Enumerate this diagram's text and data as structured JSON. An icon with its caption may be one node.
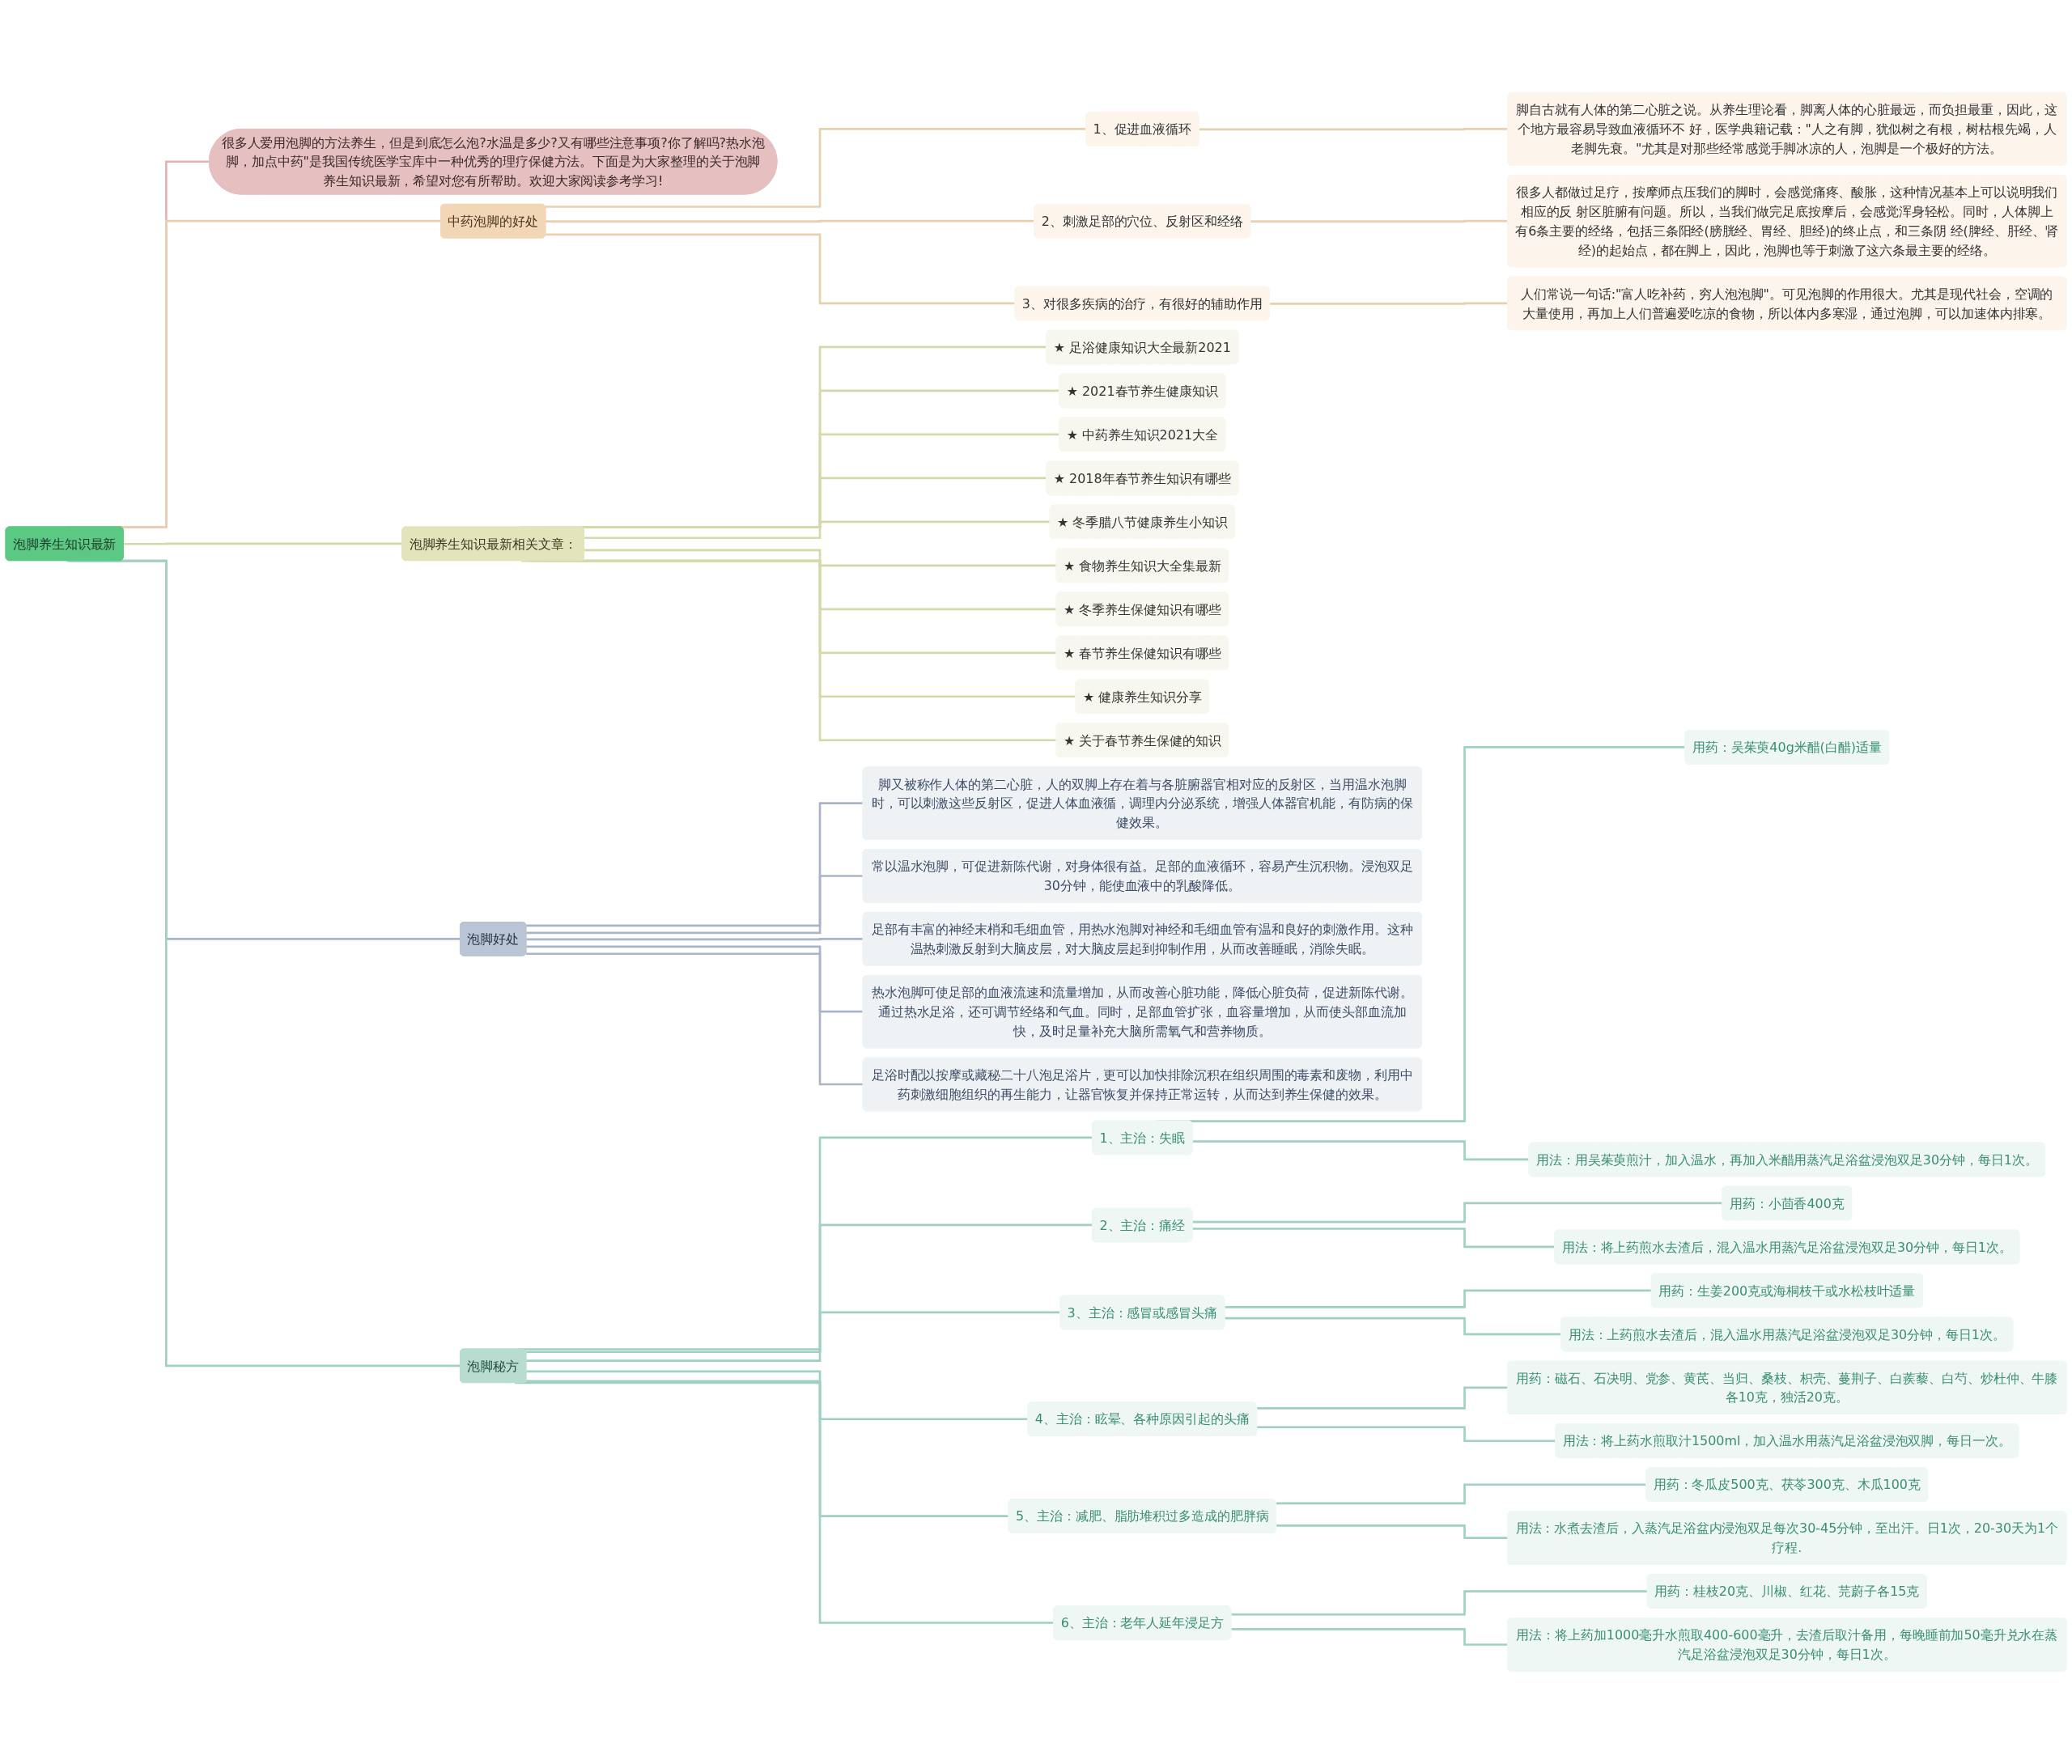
{
  "diagram": {
    "nodes": [
      {
        "text": [
          "泡脚养生知识最新"
        ]
      },
      {
        "text": [
          "很多人爱用泡脚的方法养生，但是到底怎么泡?水温是多少?又有哪些注意事项?你了解吗?热水泡脚，加点中药\"是我国传统医学宝库中一种优秀的理疗保健方法。下面是为大家整理的关于泡脚养生知识最新，希望对您有所帮助。欢迎大家阅读参考学习!"
        ]
      },
      {
        "text": [
          "中药泡脚的好处"
        ]
      },
      {
        "text": [
          "1、促进血液循环"
        ]
      },
      {
        "text": [
          "脚自古就有人体的第二心脏之说。从养生理论看，脚离人体的心脏最远，而负担最重，因此，这个地方最容易导致血液循环不 好，医学典籍记载：\"人之有脚，犹似树之有根，树枯根先竭，人老脚先衰。\"尤其是对那些经常感觉手脚冰凉的人，泡脚是一个极好的方法。"
        ]
      },
      {
        "text": [
          "2、刺激足部的穴位、反射区和经络"
        ]
      },
      {
        "text": [
          "很多人都做过足疗，按摩师点压我们的脚时，会感觉痛疼、酸胀，这种情况基本上可以说明我们相应的反 射区脏腑有问题。所以，当我们做完足底按摩后，会感觉浑身轻松。同时，人体脚上有6条主要的经络，包括三条阳经(膀胱经、胃经、胆经)的终止点，和三条阴 经(脾经、肝经、肾经)的起始点，都在脚上，因此，泡脚也等于刺激了这六条最主要的经络。"
        ]
      },
      {
        "text": [
          "3、对很多疾病的治疗，有很好的辅助作用"
        ]
      },
      {
        "text": [
          "人们常说一句话:\"富人吃补药，穷人泡泡脚\"。可见泡脚的作用很大。尤其是现代社会，空调的大量使用，再加上人们普遍爱吃凉的食物，所以体内多寒湿，通过泡脚，可以加速体内排寒。"
        ]
      },
      {
        "text": [
          "泡脚养生知识最新相关文章："
        ]
      },
      {
        "text": [
          "★ 足浴健康知识大全最新2021"
        ]
      },
      {
        "text": [
          "★ 2021春节养生健康知识"
        ]
      },
      {
        "text": [
          "★ 中药养生知识2021大全"
        ]
      },
      {
        "text": [
          "★ 2018年春节养生知识有哪些"
        ]
      },
      {
        "text": [
          "★ 冬季腊八节健康养生小知识"
        ]
      },
      {
        "text": [
          "★ 食物养生知识大全集最新"
        ]
      },
      {
        "text": [
          "★ 冬季养生保健知识有哪些"
        ]
      },
      {
        "text": [
          "★ 春节养生保健知识有哪些"
        ]
      },
      {
        "text": [
          "★ 健康养生知识分享"
        ]
      },
      {
        "text": [
          "★ 关于春节养生保健的知识"
        ]
      },
      {
        "text": [
          "泡脚好处"
        ]
      },
      {
        "text": [
          "脚又被称作人体的第二心脏，人的双脚上存在着与各脏腑器官相对应的反射区，当用温水泡脚时，可以刺激这些反射区，促进人体血液循，调理内分泌系统，增强人体器官机能，有防病的保健效果。"
        ]
      },
      {
        "text": [
          "常以温水泡脚，可促进新陈代谢，对身体很有益。足部的血液循环，容易产生沉积物。浸泡双足30分钟，能使血液中的乳酸降低。"
        ]
      },
      {
        "text": [
          "足部有丰富的神经末梢和毛细血管，用热水泡脚对神经和毛细血管有温和良好的刺激作用。这种温热刺激反射到大脑皮层，对大脑皮层起到抑制作用，从而改善睡眠，消除失眠。"
        ]
      },
      {
        "text": [
          "热水泡脚可使足部的血液流速和流量增加，从而改善心脏功能，降低心脏负荷，促进新陈代谢。通过热水足浴，还可调节经络和气血。同时，足部血管扩张，血容量增加，从而使头部血流加快，及时足量补充大脑所需氧气和营养物质。"
        ]
      },
      {
        "text": [
          "足浴时配以按摩或藏秘二十八泡足浴片，更可以加快排除沉积在组织周围的毒素和废物，利用中药刺激细胞组织的再生能力，让器官恢复并保持正常运转，从而达到养生保健的效果。"
        ]
      },
      {
        "text": [
          "泡脚秘方"
        ]
      },
      {
        "text": [
          "1、主治：失眠"
        ]
      },
      {
        "text": [
          "用药：吴茱萸40g米醋(白醋)适量"
        ]
      },
      {
        "text": [
          "用法：用吴茱萸煎汁，加入温水，再加入米醋用蒸汽足浴盆浸泡双足30分钟，每日1次。"
        ]
      },
      {
        "text": [
          "2、主治：痛经"
        ]
      },
      {
        "text": [
          "用药：小茴香400克"
        ]
      },
      {
        "text": [
          "用法：将上药煎水去渣后，混入温水用蒸汽足浴盆浸泡双足30分钟，每日1次。"
        ]
      },
      {
        "text": [
          "3、主治：感冒或感冒头痛"
        ]
      },
      {
        "text": [
          "用药：生姜200克或海桐枝干或水松枝叶适量"
        ]
      },
      {
        "text": [
          "用法：上药煎水去渣后，混入温水用蒸汽足浴盆浸泡双足30分钟，每日1次。"
        ]
      },
      {
        "text": [
          "4、主治：眩晕、各种原因引起的头痛"
        ]
      },
      {
        "text": [
          "用药：磁石、石决明、党参、黄芪、当归、桑枝、枳壳、蔓荆子、白蒺藜、白芍、炒杜仲、牛膝各10克，独活20克。"
        ]
      },
      {
        "text": [
          "用法：将上药水煎取汁1500ml，加入温水用蒸汽足浴盆浸泡双脚，每日一次。"
        ]
      },
      {
        "text": [
          "5、主治：减肥、脂肪堆积过多造成的肥胖病"
        ]
      },
      {
        "text": [
          "用药：冬瓜皮500克、茯苓300克、木瓜100克"
        ]
      },
      {
        "text": [
          "用法：水煮去渣后，入蒸汽足浴盆内浸泡双足每次30-45分钟，至出汗。日1次，20-30天为1个疗程."
        ]
      },
      {
        "text": [
          "6、主治：老年人延年浸足方"
        ]
      },
      {
        "text": [
          "用药：桂枝20克、川椒、红花、芫蔚子各15克"
        ]
      },
      {
        "text": [
          "用法：将上药加1000毫升水煎取400-600毫升，去渣后取汁备用，每晚睡前加50毫升兑水在蒸汽足浴盆浸泡双足30分钟，每日1次。"
        ]
      }
    ],
    "edges": [
      {
        "from": 0,
        "to": 1,
        "arrow": "none",
        "color": "#e3b3b3"
      },
      {
        "from": 0,
        "to": 2,
        "arrow": "none",
        "color": "#e8cfae"
      },
      {
        "from": 2,
        "to": 3,
        "arrow": "none",
        "color": "#e8cfae"
      },
      {
        "from": 3,
        "to": 4,
        "arrow": "none",
        "color": "#e8cfae"
      },
      {
        "from": 2,
        "to": 5,
        "arrow": "none",
        "color": "#e8cfae"
      },
      {
        "from": 5,
        "to": 6,
        "arrow": "none",
        "color": "#e8cfae"
      },
      {
        "from": 2,
        "to": 7,
        "arrow": "none",
        "color": "#e8cfae"
      },
      {
        "from": 7,
        "to": 8,
        "arrow": "none",
        "color": "#e8cfae"
      },
      {
        "from": 0,
        "to": 9,
        "arrow": "none",
        "color": "#d5d9a9"
      },
      {
        "from": 9,
        "to": 10,
        "arrow": "none",
        "color": "#d5d9a9"
      },
      {
        "from": 9,
        "to": 11,
        "arrow": "none",
        "color": "#d5d9a9"
      },
      {
        "from": 9,
        "to": 12,
        "arrow": "none",
        "color": "#d5d9a9"
      },
      {
        "from": 9,
        "to": 13,
        "arrow": "none",
        "color": "#d5d9a9"
      },
      {
        "from": 9,
        "to": 14,
        "arrow": "none",
        "color": "#d5d9a9"
      },
      {
        "from": 9,
        "to": 15,
        "arrow": "none",
        "color": "#d5d9a9"
      },
      {
        "from": 9,
        "to": 16,
        "arrow": "none",
        "color": "#d5d9a9"
      },
      {
        "from": 9,
        "to": 17,
        "arrow": "none",
        "color": "#d5d9a9"
      },
      {
        "from": 9,
        "to": 18,
        "arrow": "none",
        "color": "#d5d9a9"
      },
      {
        "from": 9,
        "to": 19,
        "arrow": "none",
        "color": "#d5d9a9"
      },
      {
        "from": 0,
        "to": 20,
        "arrow": "none",
        "color": "#a8b5c7"
      },
      {
        "from": 20,
        "to": 21,
        "arrow": "none",
        "color": "#a8b5c7"
      },
      {
        "from": 20,
        "to": 22,
        "arrow": "none",
        "color": "#a8b5c7"
      },
      {
        "from": 20,
        "to": 23,
        "arrow": "none",
        "color": "#a8b5c7"
      },
      {
        "from": 20,
        "to": 24,
        "arrow": "none",
        "color": "#a8b5c7"
      },
      {
        "from": 20,
        "to": 25,
        "arrow": "none",
        "color": "#a8b5c7"
      },
      {
        "from": 0,
        "to": 26,
        "arrow": "none"
      },
      {
        "from": 26,
        "to": 27,
        "arrow": "none"
      },
      {
        "from": 27,
        "to": 28,
        "arrow": "none"
      },
      {
        "from": 27,
        "to": 29,
        "arrow": "none"
      },
      {
        "from": 26,
        "to": 30,
        "arrow": "none"
      },
      {
        "from": 30,
        "to": 31,
        "arrow": "none"
      },
      {
        "from": 30,
        "to": 32,
        "arrow": "none"
      },
      {
        "from": 26,
        "to": 33,
        "arrow": "none"
      },
      {
        "from": 33,
        "to": 34,
        "arrow": "none"
      },
      {
        "from": 33,
        "to": 35,
        "arrow": "none"
      },
      {
        "from": 26,
        "to": 36,
        "arrow": "none"
      },
      {
        "from": 36,
        "to": 37,
        "arrow": "none"
      },
      {
        "from": 36,
        "to": 38,
        "arrow": "none"
      },
      {
        "from": 26,
        "to": 39,
        "arrow": "none"
      },
      {
        "from": 39,
        "to": 40,
        "arrow": "none"
      },
      {
        "from": 39,
        "to": 41,
        "arrow": "none"
      },
      {
        "from": 26,
        "to": 42,
        "arrow": "none"
      },
      {
        "from": 42,
        "to": 43,
        "arrow": "none"
      },
      {
        "from": 42,
        "to": 44,
        "arrow": "none"
      }
    ]
  }
}
